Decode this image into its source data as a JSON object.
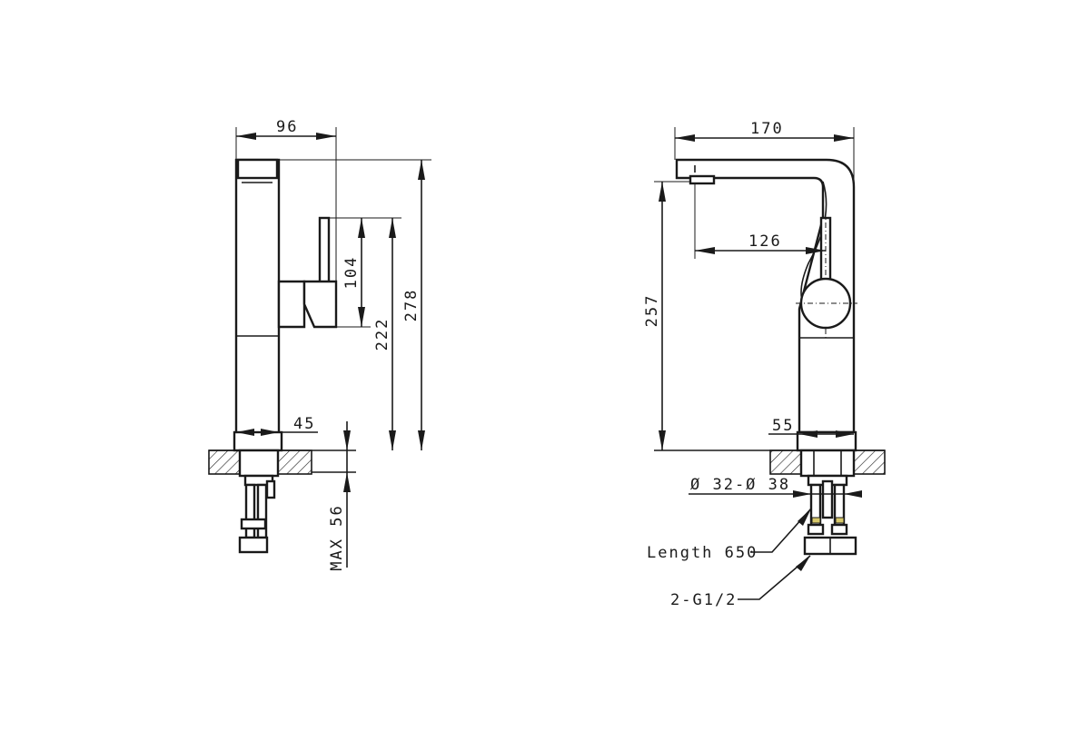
{
  "side_view": {
    "dim_width_top": "96",
    "dim_lever_height": "104",
    "dim_spout_height": "222",
    "dim_total_height": "278",
    "dim_base_width": "45",
    "dim_max_thickness": "MAX 56"
  },
  "front_view": {
    "dim_width_top": "170",
    "dim_reach": "126",
    "dim_height": "257",
    "dim_base_width": "55",
    "dim_hole_diameter": "Ø 32-Ø 38",
    "label_hose_length": "Length 650",
    "label_connection": "2-G1/2"
  },
  "colors": {
    "line": "#1a1a1a",
    "accent_fitting": "#d8c96a",
    "background": "#ffffff"
  }
}
